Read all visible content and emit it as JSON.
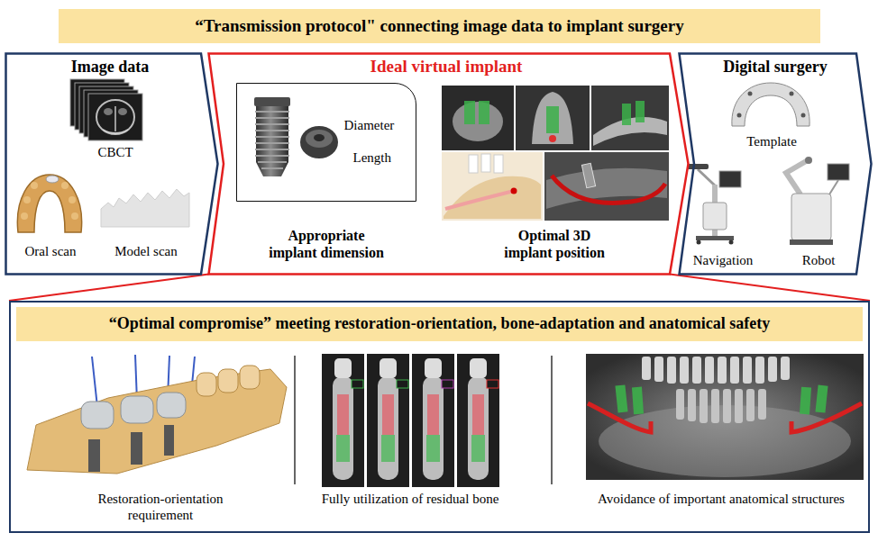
{
  "diagram": {
    "nodes": [
      {
        "text": [
          "“Transmission protocol\" connecting image data to implant surgery"
        ]
      },
      {
        "text": [
          "Image data"
        ]
      },
      {
        "text": [
          "Ideal virtual implant"
        ]
      },
      {
        "text": [
          "Diameter",
          "Length"
        ],
        "in": 2
      },
      {
        "text": [
          "Digital surgery"
        ]
      },
      {
        "text": [
          "Restoration-orientation requirement",
          "Fully utilization of residual bone",
          "Avoidance of important anatomical structures"
        ]
      },
      {
        "text": [
          "“Optimal compromise” meeting restoration-orientation, bone-adaptation and anatomical safety"
        ],
        "in": 5
      }
    ],
    "edges": [
      {
        "from": 2,
        "to": 5,
        "arrow": "none"
      },
      {
        "from": 2,
        "to": 5,
        "arrow": "none"
      }
    ],
    "labels": [
      "CBCT",
      "Oral scan",
      "Model scan",
      "Appropriate implant dimension",
      "Optimal 3D implant position",
      "Template",
      "Navigation",
      "Robot"
    ]
  }
}
